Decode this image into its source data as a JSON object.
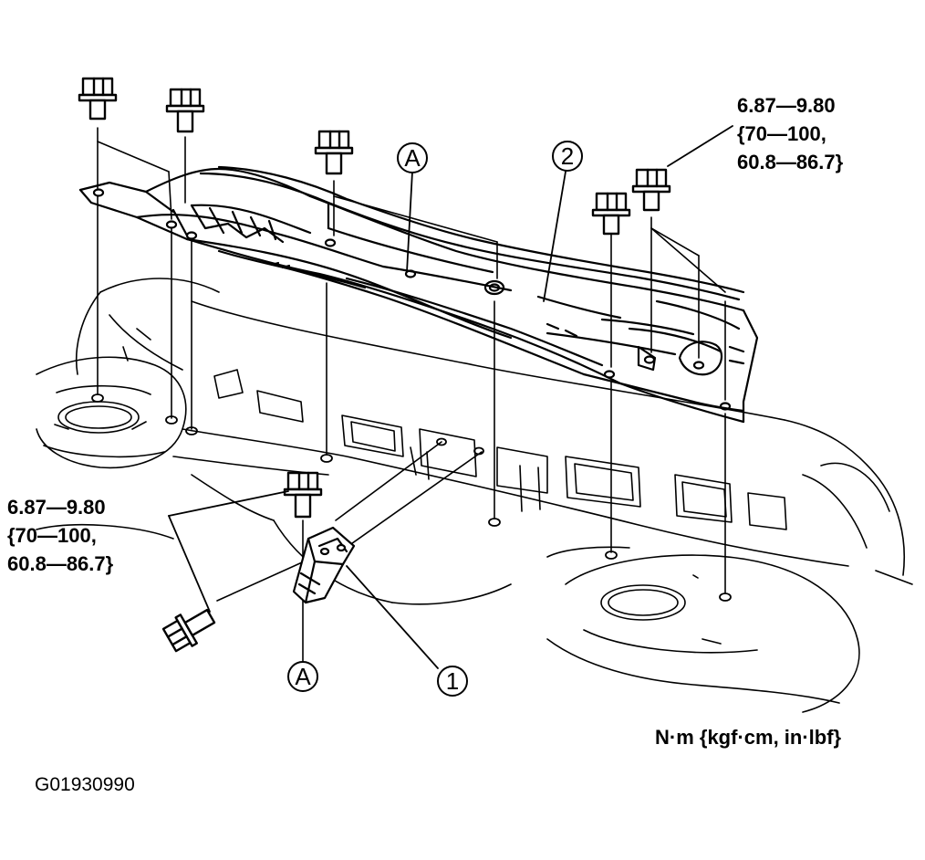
{
  "torque_specs": [
    {
      "id": "upper-right",
      "line1": "6.87—9.80",
      "line2": "{70—100,",
      "line3": "60.8—86.7}"
    },
    {
      "id": "left",
      "line1": "6.87—9.80",
      "line2": "{70—100,",
      "line3": "60.8—86.7}"
    }
  ],
  "callouts": {
    "a_top": "A",
    "a_bottom": "A",
    "part_1": "1",
    "part_2": "2"
  },
  "units": "N·m {kgf·cm, in·lbf}",
  "figure_id": "G01930990",
  "colors": {
    "ink": "#000000",
    "paper": "#ffffff"
  }
}
